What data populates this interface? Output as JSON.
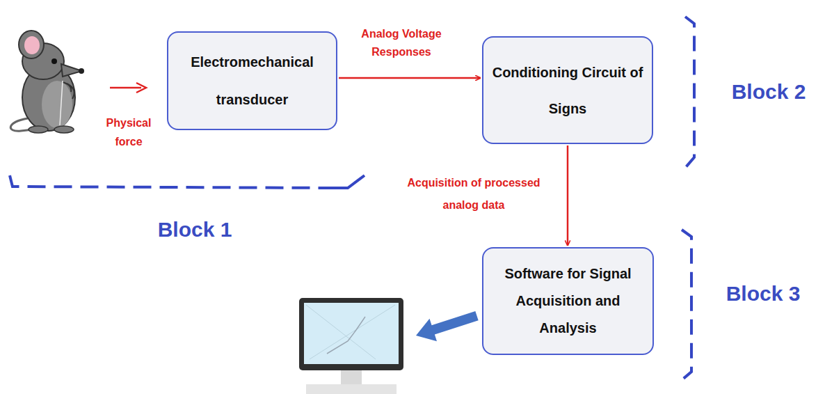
{
  "diagram": {
    "nodes": [
      {
        "text": [
          "Electromechanical transducer"
        ]
      },
      {
        "text": [
          "Conditioning Circuit of Signs"
        ]
      },
      {
        "text": [
          "Software for Signal Acquisition and Analysis"
        ]
      }
    ],
    "edges": [
      {
        "from": 0,
        "to": 1,
        "label": "Analog Voltage Responses",
        "arrow": "to"
      },
      {
        "from": 1,
        "to": 2,
        "label": "Acquisition of processed analog data",
        "arrow": "to"
      }
    ],
    "labels": [
      "Physical force",
      "Block 1",
      "Block 2",
      "Block 3"
    ]
  }
}
